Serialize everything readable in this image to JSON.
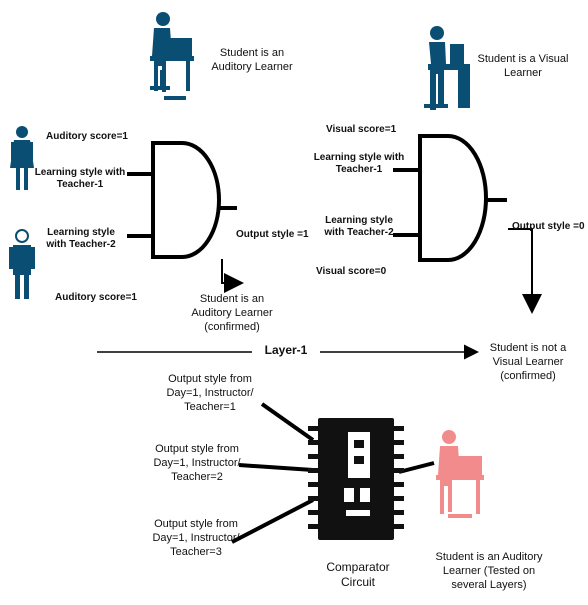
{
  "labels": {
    "student_auditory": "Student is an\nAuditory Learner",
    "student_visual": "Student is a Visual\nLearner",
    "auditory_score_1": "Auditory score=1",
    "learning_style_t1": "Learning style with\nTeacher-1",
    "learning_style_t2": "Learning  style\nwith Teacher-2",
    "auditory_score_2": "Auditory score=1",
    "output_style_1": "Output style =1",
    "student_auditory_confirmed": "Student is an\nAuditory Learner\n(confirmed)",
    "visual_score_1": "Visual score=1",
    "learning_style_t1_right": "Learning style with\nTeacher-1",
    "learning_style_t2_right": "Learning  style\nwith Teacher-2",
    "visual_score_0": "Visual score=0",
    "output_style_0": "Output style =0",
    "student_not_visual_confirmed": "Student is not a\nVisual Learner\n(confirmed)",
    "layer_1": "Layer-1",
    "comparator_in_1": "Output style from\nDay=1, Instructor/\nTeacher=1",
    "comparator_in_2": "Output style from\nDay=1, Instructor/\nTeacher=2",
    "comparator_in_3": "Output style from\nDay=1, Instructor/\nTeacher=3",
    "comparator_circuit": "Comparator\nCircuit",
    "student_auditory_tested": "Student is an Auditory\nLearner (Tested on\nseveral Layers)"
  },
  "colors": {
    "student_icon_blue": "#0a4f73",
    "student_icon_pink": "#f28c8c",
    "line": "#000000",
    "chip": "#111111"
  },
  "icons": {
    "student_top_left": "student-at-desk-icon",
    "student_top_right": "student-at-computer-icon",
    "person_female": "female-person-icon",
    "person_male": "male-person-icon",
    "student_bottom": "student-at-desk-icon",
    "comparator": "microchip-icon"
  }
}
